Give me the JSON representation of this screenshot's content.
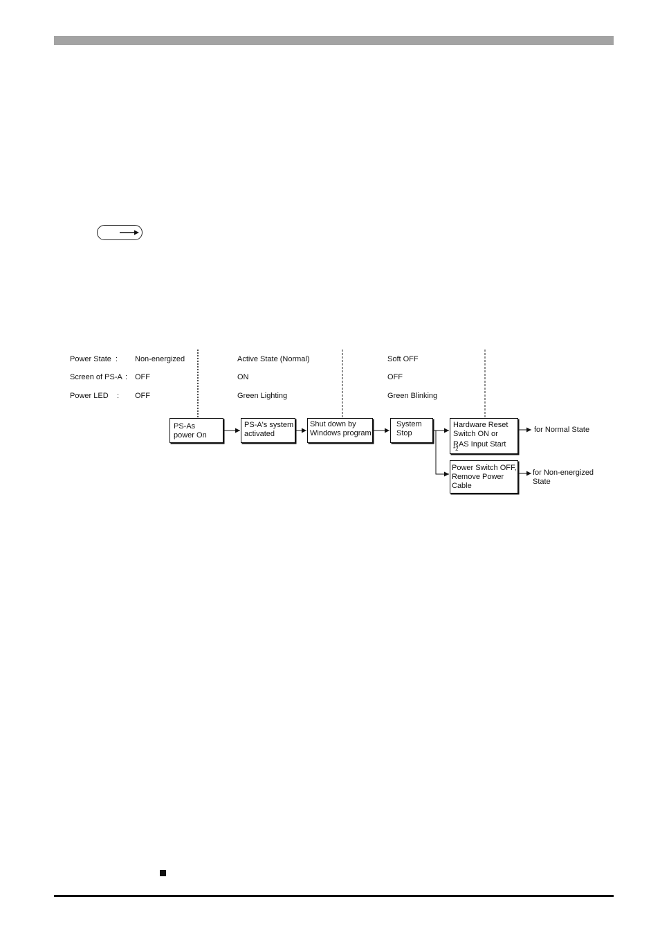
{
  "diagram": {
    "legend_rows": [
      {
        "label": "Power State",
        "sep": ":"
      },
      {
        "label": "Screen of PS-A",
        "sep": ":"
      },
      {
        "label": "Power LED",
        "sep": ":"
      }
    ],
    "states": [
      {
        "power_state": "Non-energized",
        "screen": "OFF",
        "led": "OFF"
      },
      {
        "power_state": "Active State (Normal)",
        "screen": "ON",
        "led": "Green Lighting"
      },
      {
        "power_state": "Soft OFF",
        "screen": "OFF",
        "led": "Green Blinking"
      }
    ],
    "boxes": {
      "ps_power_on": [
        "PS-As",
        "power On"
      ],
      "system_activated": [
        "PS-A's system",
        "activated"
      ],
      "shut_down": [
        "Shut down by",
        "Windows program"
      ],
      "system_stop": [
        "System",
        "Stop"
      ],
      "hardware_reset": [
        "Hardware Reset",
        "Switch ON or",
        "RAS Input Start"
      ],
      "hardware_reset_note": "*2",
      "power_switch_off": [
        "Power Switch OFF,",
        "Remove Power",
        "Cable"
      ]
    },
    "outcomes": {
      "normal": "for Normal State",
      "non_energized": [
        "for Non-energized",
        "State"
      ]
    }
  }
}
